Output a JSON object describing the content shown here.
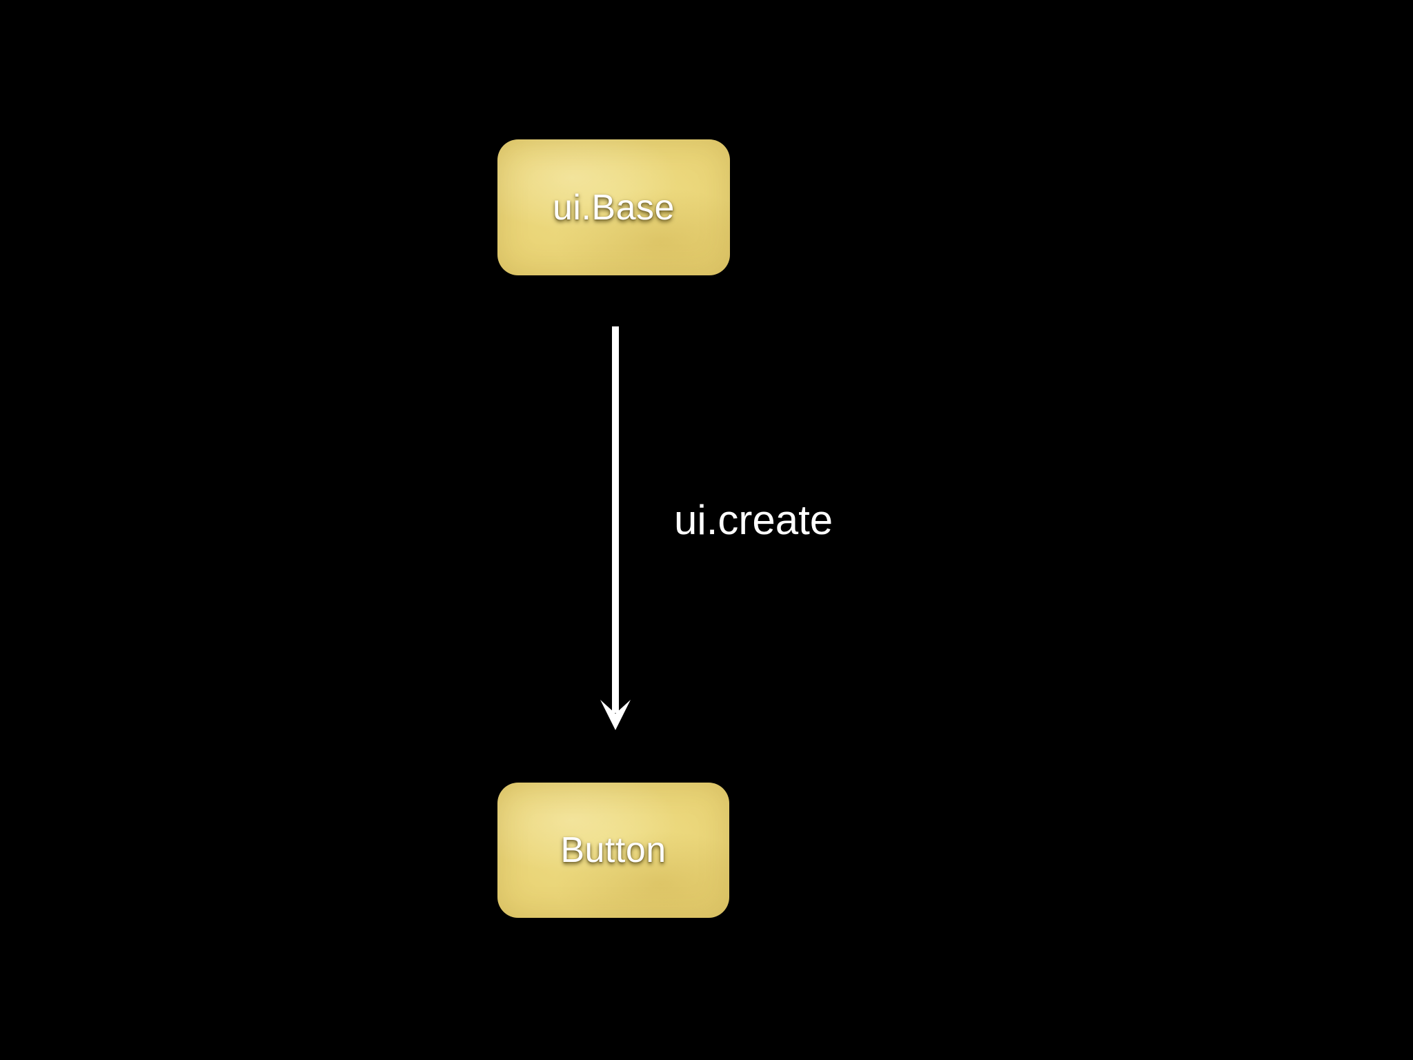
{
  "slide": {
    "background_color": "#000000",
    "node_fill_color": "#e8d172",
    "node_text_color": "#ffffff",
    "arrow_color": "#ffffff"
  },
  "nodes": {
    "base": {
      "label": "ui.Base"
    },
    "button": {
      "label": "Button"
    }
  },
  "edge": {
    "label": "ui.create"
  }
}
